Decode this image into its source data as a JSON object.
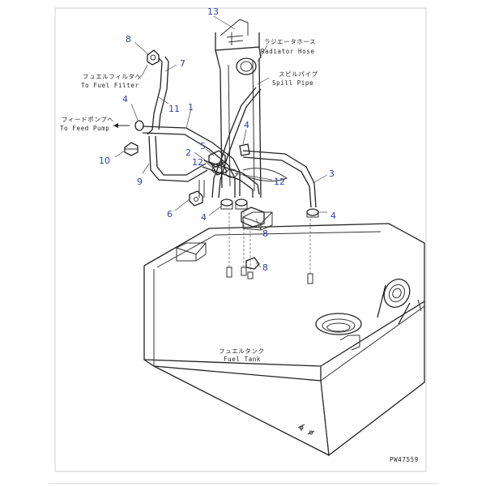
{
  "labels": {
    "to_fuel_filter_jp": "フュエルフィルタへ",
    "to_fuel_filter_en": "To Fuel Filter",
    "to_feed_pump_jp": "フィードポンプへ",
    "to_feed_pump_en": "To Feed Pump",
    "radiator_hose_jp": "ラジエータホース",
    "radiator_hose_en": "Radiator Hose",
    "spill_pipe_jp": "スピルパイプ",
    "spill_pipe_en": "Spill Pipe",
    "fuel_tank_jp": "フュエルタンク",
    "fuel_tank_en": "Fuel Tank",
    "drawing_no": "PW47559"
  },
  "callouts": {
    "c13": "13",
    "c8a": "8",
    "c7": "7",
    "c11": "11",
    "c1": "1",
    "c4a": "4",
    "c4b": "4",
    "c10": "10",
    "c9": "9",
    "c5": "5",
    "c2": "2",
    "c12a": "12",
    "c12b": "12",
    "c3": "3",
    "c6": "6",
    "c4c": "4",
    "c4d": "4",
    "c8b": "8",
    "c8c": "8"
  }
}
